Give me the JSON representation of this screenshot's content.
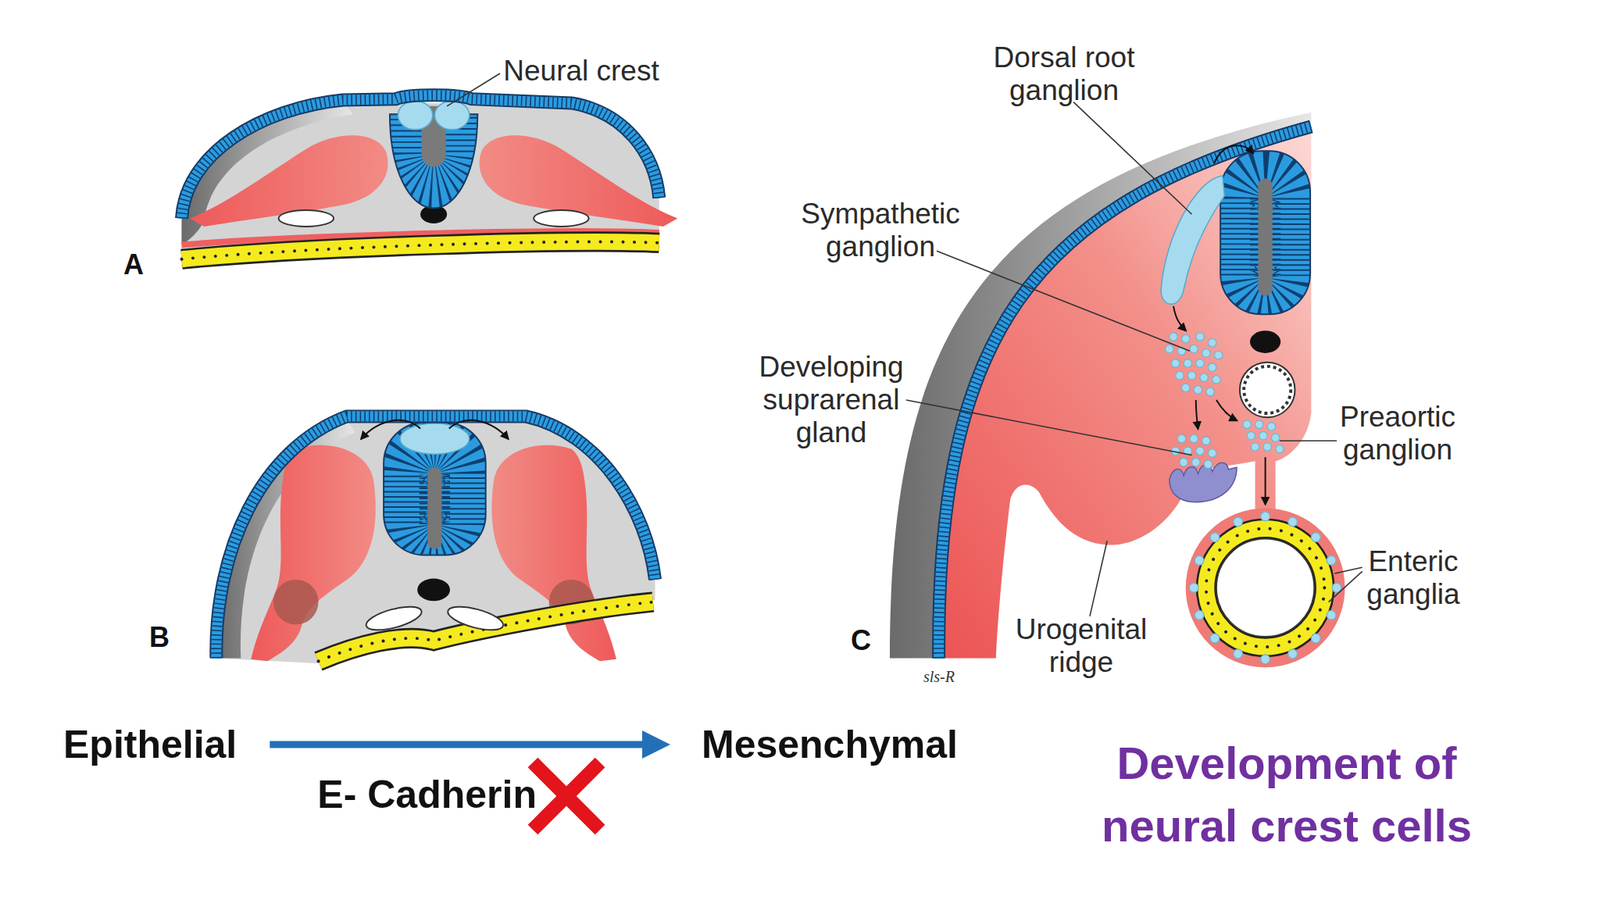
{
  "diagram": {
    "title": "Development of neural crest cells",
    "nodes": [
      {
        "text": [
          "Epithelial"
        ]
      },
      {
        "text": [
          "Mesenchymal"
        ]
      }
    ],
    "edges": [
      {
        "from": 0,
        "to": 1,
        "arrow": "to",
        "label": "E- Cadherin"
      }
    ],
    "labels": [
      "Neural crest",
      "A",
      "B",
      "Dorsal root ganglion",
      "Sympathetic ganglion",
      "Developing suprarenal gland",
      "Preaortic ganglion",
      "Enteric ganglia",
      "Urogenital ridge",
      "C",
      "sls-R"
    ]
  }
}
